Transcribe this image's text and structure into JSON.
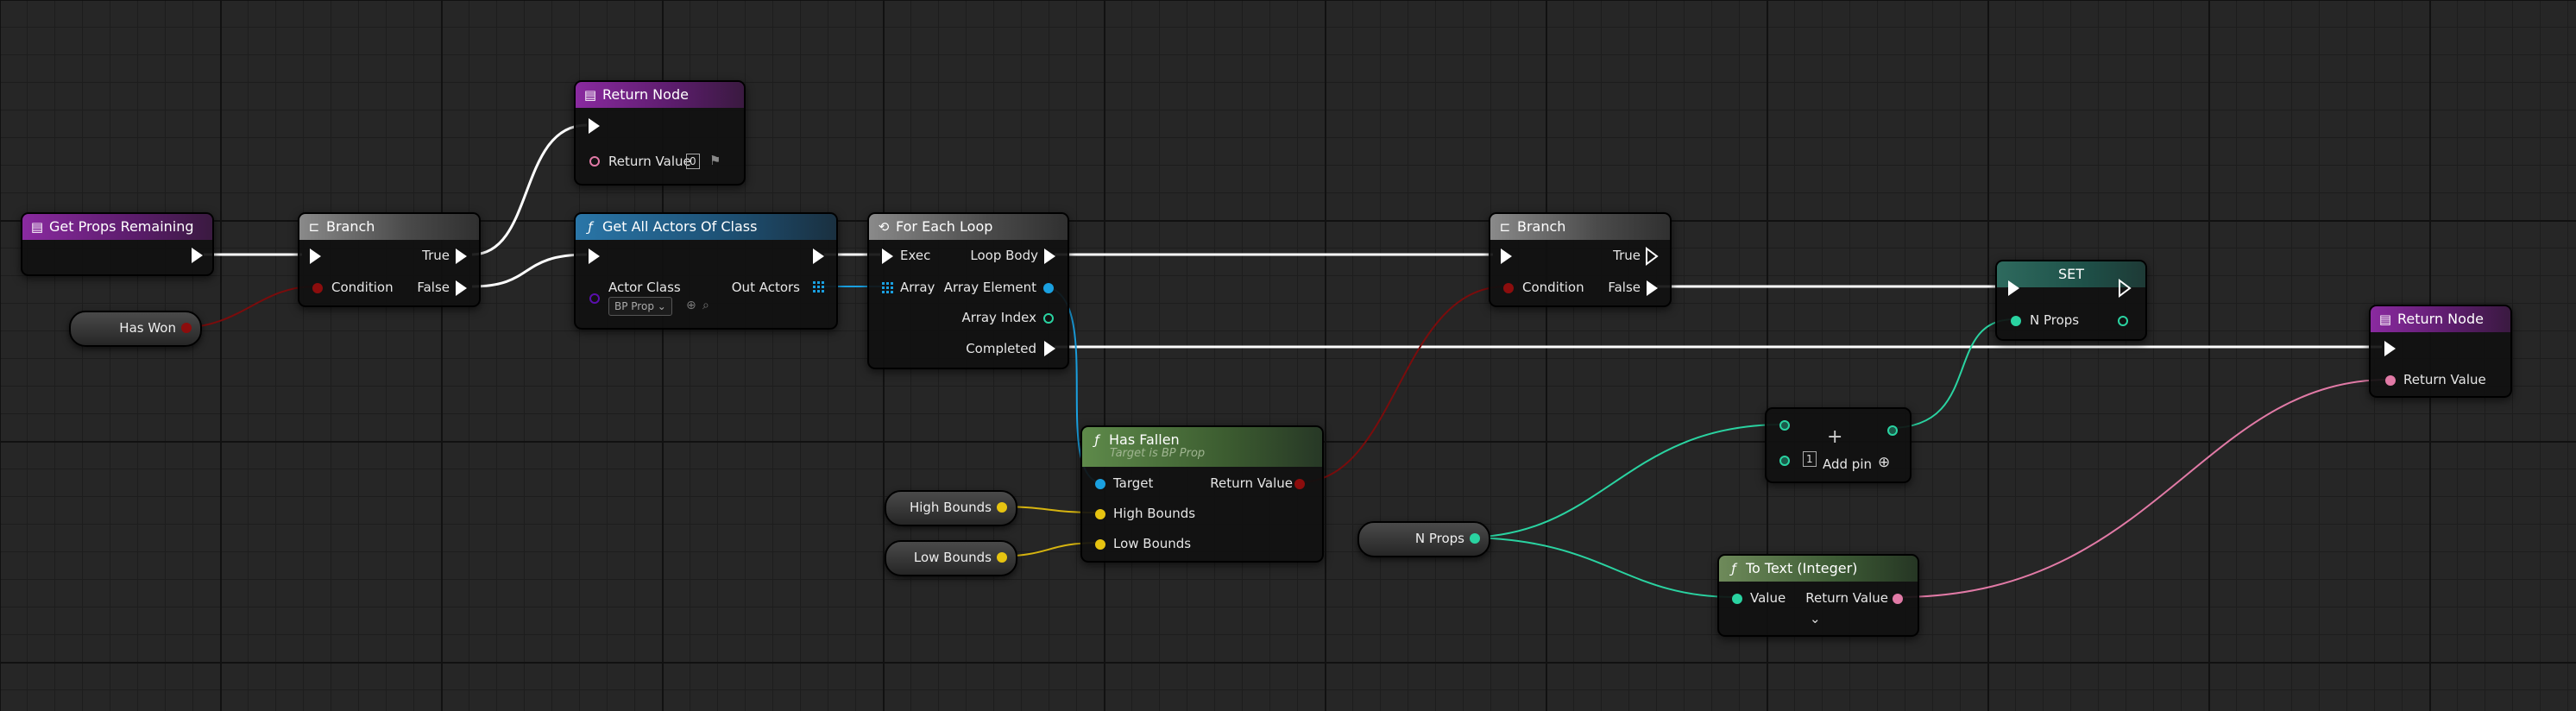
{
  "graph": {
    "background": "#262626",
    "colors": {
      "exec": "#ffffff",
      "boolean": "#8c0d0d",
      "object": "#00a8f4",
      "float": "#e7c411",
      "integer": "#2ad3a1",
      "text": "#e17aa6",
      "class": "#5a0fad"
    }
  },
  "nodes": {
    "entry": {
      "title": "Get Props Remaining",
      "icon": "function-entry-icon"
    },
    "return_top": {
      "title": "Return Node",
      "return_label": "Return Value",
      "return_value": "0"
    },
    "branch1": {
      "title": "Branch",
      "true_label": "True",
      "false_label": "False",
      "condition_label": "Condition"
    },
    "get_all": {
      "title": "Get All Actors Of Class",
      "actor_class_label": "Actor Class",
      "actor_class_value": "BP Prop",
      "out_label": "Out Actors"
    },
    "foreach": {
      "title": "For Each Loop",
      "exec_label": "Exec",
      "array_label": "Array",
      "loop_body_label": "Loop Body",
      "array_element_label": "Array Element",
      "array_index_label": "Array Index",
      "completed_label": "Completed"
    },
    "branch2": {
      "title": "Branch",
      "true_label": "True",
      "false_label": "False",
      "condition_label": "Condition"
    },
    "set": {
      "title": "SET",
      "n_props_label": "N Props"
    },
    "return_right": {
      "title": "Return Node",
      "return_label": "Return Value"
    },
    "has_fallen": {
      "title": "Has Fallen",
      "subtitle": "Target is BP Prop",
      "target_label": "Target",
      "return_label": "Return Value",
      "high_label": "High Bounds",
      "low_label": "Low Bounds"
    },
    "add": {
      "int_value": "1",
      "add_pin_label": "Add pin"
    },
    "to_text": {
      "title": "To Text (Integer)",
      "value_label": "Value",
      "return_label": "Return Value"
    }
  },
  "variables": {
    "has_won": "Has Won",
    "high_bounds": "High Bounds",
    "low_bounds": "Low Bounds",
    "n_props": "N Props"
  }
}
